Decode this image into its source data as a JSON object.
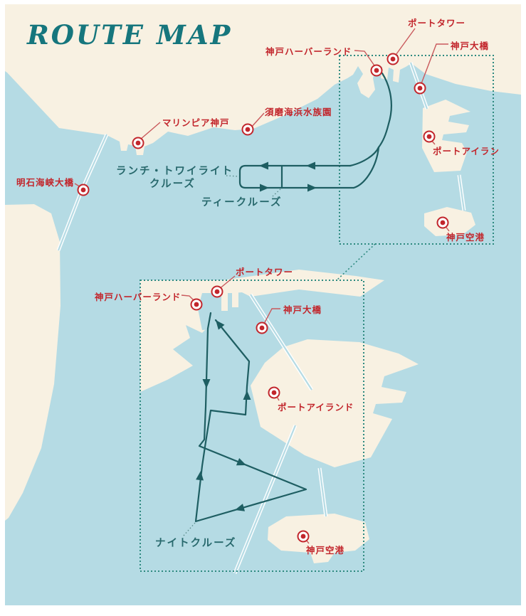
{
  "title": "ROUTE MAP",
  "colors": {
    "water": "#b5dbe4",
    "land": "#f8f1e2",
    "route_teal": "#1e5e62",
    "frame_teal": "#2e8a80",
    "landmark_red": "#c2262c",
    "leader_red": "#c9595c",
    "title_teal": "#16767d"
  },
  "overview_map": {
    "landmarks": [
      {
        "id": "marinepia-kobe",
        "label": "マリンピア神戸"
      },
      {
        "id": "suma-aqualife-park",
        "label": "須磨海浜水族園"
      },
      {
        "id": "akashi-kaikyo-bridge",
        "label": "明石海峡大橋"
      },
      {
        "id": "port-tower",
        "label": "ポートタワー"
      },
      {
        "id": "kobe-harborland",
        "label": "神戸ハーバーランド"
      },
      {
        "id": "kobe-ohashi-bridge",
        "label": "神戸大橋"
      },
      {
        "id": "port-island",
        "label": "ポートアイラン"
      },
      {
        "id": "kobe-airport",
        "label": "神戸空港"
      }
    ],
    "cruises": [
      {
        "id": "lunch-twilight-cruise",
        "label_line1": "ランチ・トワイライト",
        "label_line2": "クルーズ"
      },
      {
        "id": "tea-cruise",
        "label": "ティークルーズ"
      }
    ]
  },
  "detail_map": {
    "landmarks": [
      {
        "id": "port-tower",
        "label": "ポートタワー"
      },
      {
        "id": "kobe-harborland",
        "label": "神戸ハーバーランド"
      },
      {
        "id": "kobe-ohashi-bridge",
        "label": "神戸大橋"
      },
      {
        "id": "port-island",
        "label": "ポートアイランド"
      },
      {
        "id": "kobe-airport",
        "label": "神戸空港"
      }
    ],
    "cruises": [
      {
        "id": "night-cruise",
        "label": "ナイトクルーズ"
      }
    ]
  }
}
